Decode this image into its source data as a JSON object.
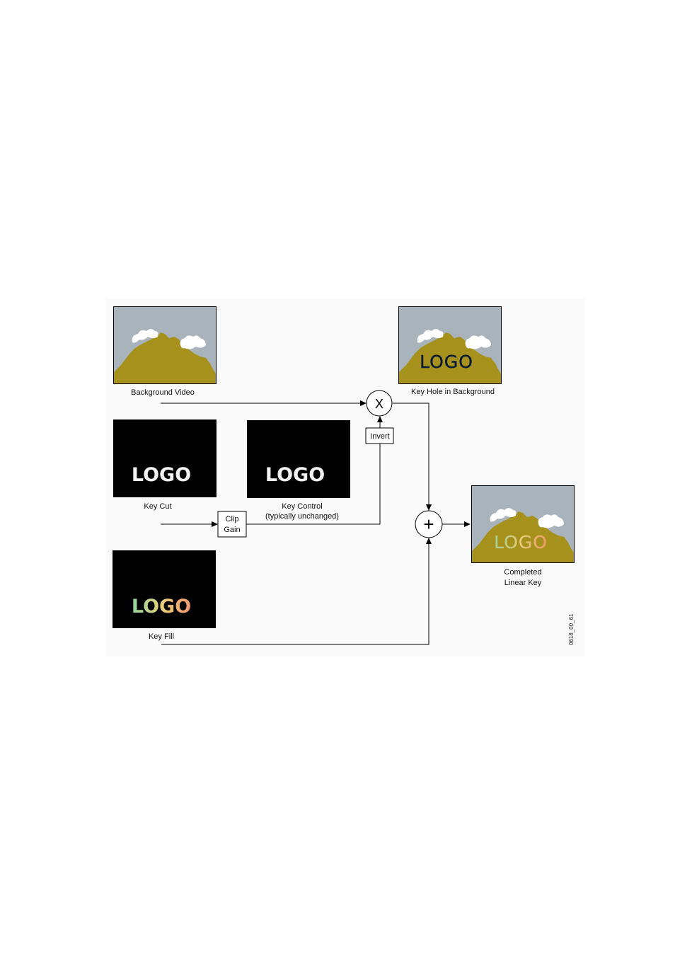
{
  "labels": {
    "background_video": "Background Video",
    "key_hole": "Key Hole in Background",
    "key_cut": "Key Cut",
    "key_control_1": "Key Control",
    "key_control_2": "(typically unchanged)",
    "key_fill": "Key Fill",
    "completed_1": "Completed",
    "completed_2": "Linear Key",
    "clip_1": "Clip",
    "clip_2": "Gain",
    "invert": "Invert",
    "multiply": "X",
    "add": "+",
    "figure_id": "0618_00_61"
  },
  "logo_text": "LOGO",
  "colors": {
    "sky": "#a9b3bb",
    "mountain": "#a6911c",
    "cloud": "#ffffff",
    "black": "#000000",
    "panel_bg": "#fafafa",
    "logo_white": "#f2f2f2",
    "logo_hole": "#0b1a33",
    "logo_fill_green": "#9fd29a",
    "logo_fill_orange": "#f0a070"
  }
}
